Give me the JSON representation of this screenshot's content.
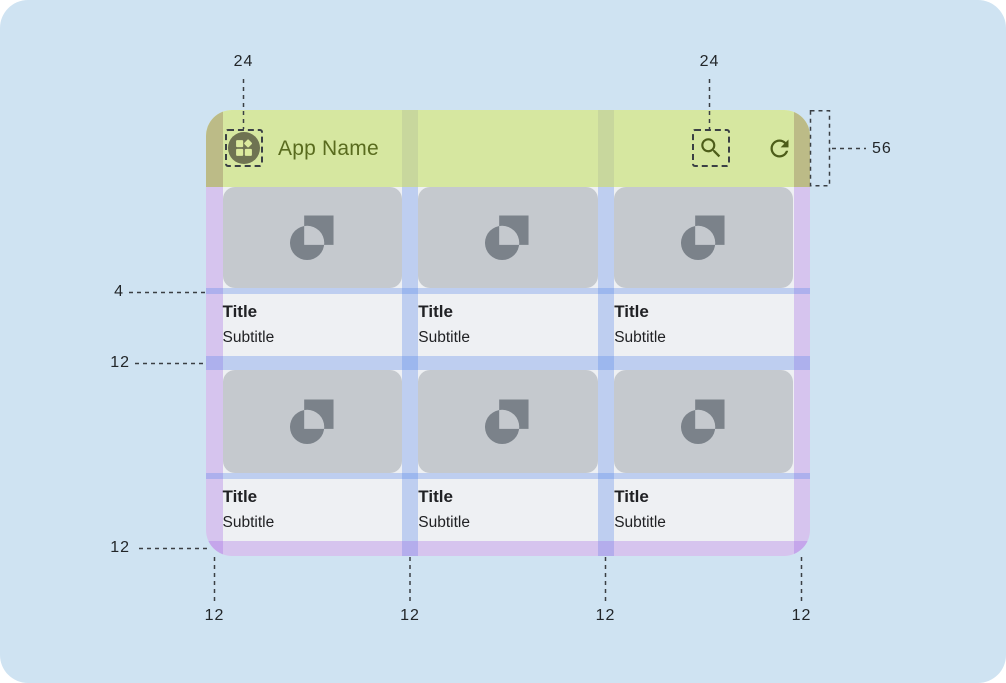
{
  "appbar": {
    "title": "App Name",
    "icons": [
      "dashboard-icon",
      "search-icon",
      "refresh-icon"
    ]
  },
  "cards": [
    {
      "title": "Title",
      "subtitle": "Subtitle"
    },
    {
      "title": "Title",
      "subtitle": "Subtitle"
    },
    {
      "title": "Title",
      "subtitle": "Subtitle"
    },
    {
      "title": "Title",
      "subtitle": "Subtitle"
    },
    {
      "title": "Title",
      "subtitle": "Subtitle"
    },
    {
      "title": "Title",
      "subtitle": "Subtitle"
    }
  ],
  "dimensions": {
    "nav_icon": "24",
    "action_icon": "24",
    "appbar_height": "56",
    "image_text_gap": "4",
    "row_gap": "12",
    "bottom_gap": "12",
    "left_margin": "12",
    "gutter_left": "12",
    "gutter_right": "12",
    "right_margin": "12"
  },
  "colors": {
    "canvas": "#cfe3f2",
    "appbar": "#d6e7a0",
    "margin_overlay": "#a05fe6",
    "gutter_overlay": "#5080eb",
    "card_image": "#c5c9ce",
    "surface": "#eef0f3",
    "appbar_content": "#596b1e"
  }
}
